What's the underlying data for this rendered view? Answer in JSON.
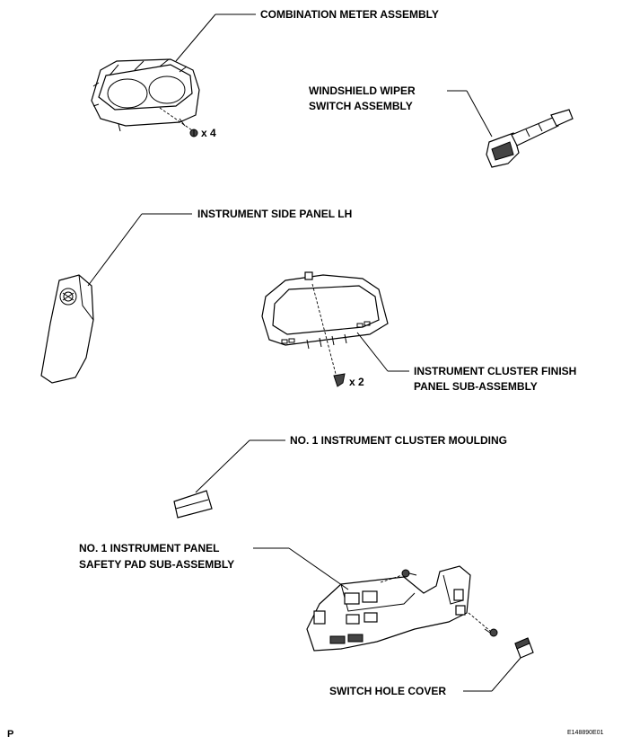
{
  "labels": {
    "combination_meter": "COMBINATION METER ASSEMBLY",
    "wiper_switch_line1": "WINDSHIELD WIPER",
    "wiper_switch_line2": "SWITCH ASSEMBLY",
    "side_panel": "INSTRUMENT SIDE PANEL LH",
    "cluster_finish_line1": "INSTRUMENT CLUSTER FINISH",
    "cluster_finish_line2": "PANEL SUB-ASSEMBLY",
    "cluster_moulding": "NO. 1 INSTRUMENT CLUSTER MOULDING",
    "safety_pad_line1": "NO. 1 INSTRUMENT PANEL",
    "safety_pad_line2": "SAFETY PAD SUB-ASSEMBLY",
    "switch_hole_cover": "SWITCH HOLE COVER"
  },
  "counts": {
    "meter_screws": "x 4",
    "finish_clips": "x 2"
  },
  "footer": {
    "left_mark": "P",
    "figure_code": "E148890E01"
  }
}
